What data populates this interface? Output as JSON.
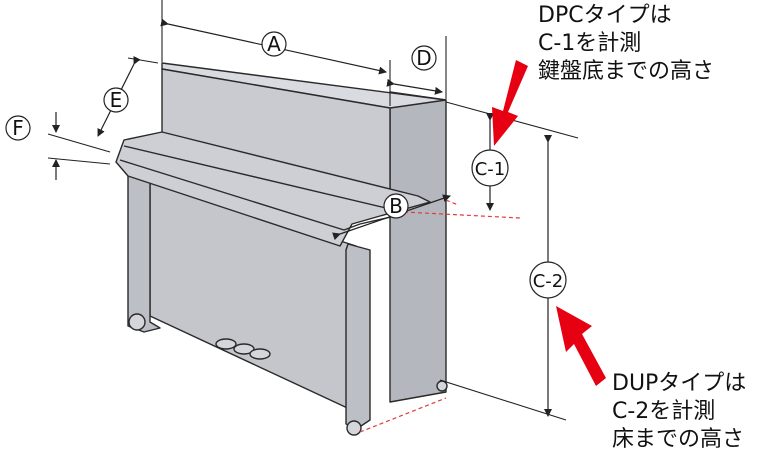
{
  "dimension_labels": {
    "a": "A",
    "b": "B",
    "c1": "C-1",
    "c2": "C-2",
    "d": "D",
    "e": "E",
    "f": "F"
  },
  "notes": {
    "dpc": [
      "DPCタイプは",
      "C-1を計測",
      "鍵盤底までの高さ"
    ],
    "dup": [
      "DUPタイプは",
      "C-2を計測",
      "床までの高さ"
    ]
  },
  "colors": {
    "piano_body": "#c9cbd1",
    "piano_side": "#b4b7be",
    "outline": "#2a2a2a",
    "dim_line": "#222222",
    "dashed_ref": "#e23b3b",
    "arrow_red": "#e60012"
  }
}
